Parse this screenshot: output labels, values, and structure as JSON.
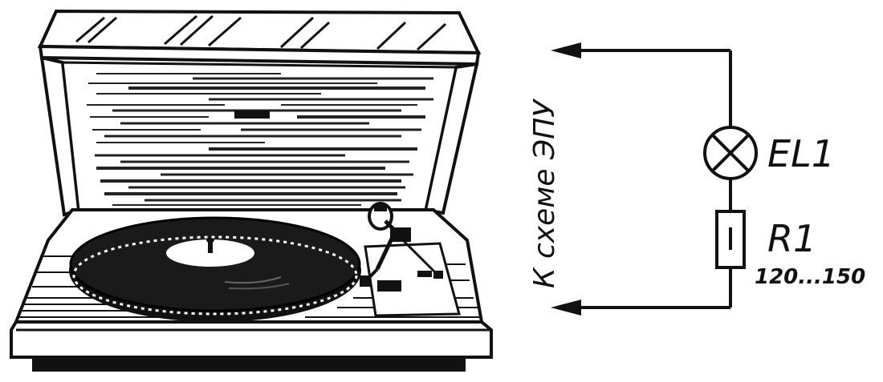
{
  "connection_label": "К схеме ЭПУ",
  "lamp": {
    "designator": "EL1"
  },
  "resistor": {
    "designator": "R1",
    "value": "120...150"
  },
  "colors": {
    "ink": "#111111",
    "paper": "#ffffff"
  }
}
